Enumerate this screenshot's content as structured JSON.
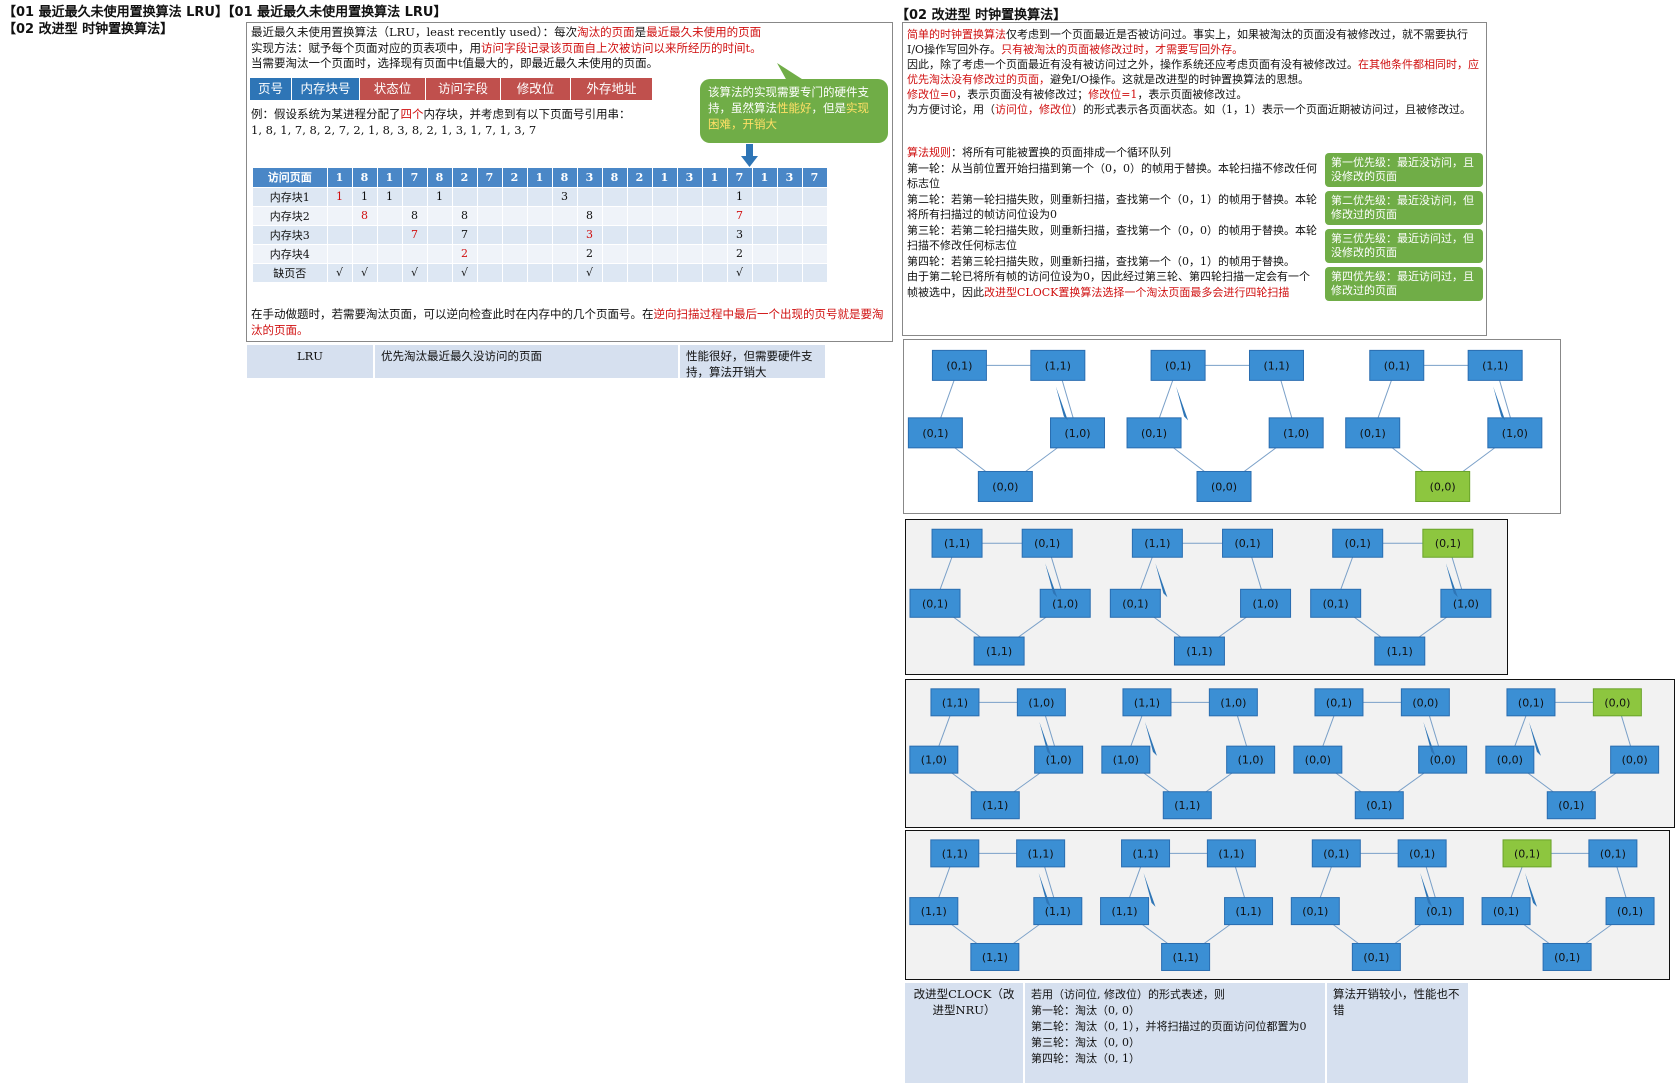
{
  "title_line1": "【01 最近最久未使用置换算法 LRU】【01 最近最久未使用置换算法 LRU】",
  "title_line2": "【02 改进型 时钟置换算法】",
  "right_title": "【02 改进型 时钟置换算法】",
  "lru": {
    "line1_a": "最近最久未使用置换算法（LRU，least recently used）：每次",
    "line1_b": "淘汰的页面",
    "line1_c": "是",
    "line1_d": "最近最久未使用的页面",
    "line2_a": "实现方法：赋予每个页面对应的页表项中，用",
    "line2_b": "访问字段记录该页面自上次被访问以来所经历的时间t。",
    "line3": "当需要淘汰一个页面时，选择现有页面中t值最大的，即最近最久未使用的页面。",
    "headers": [
      "页号",
      "内存块号",
      "状态位",
      "访问字段",
      "修改位",
      "外存地址"
    ],
    "bubble_a": "该算法的实现需要专门的硬件支持，虽然算法",
    "bubble_b": "性能好",
    "bubble_c": "，但是",
    "bubble_d": "实现困难，开销大",
    "example_a": "例：假设系统为某进程分配了",
    "example_b": "四个",
    "example_c": "内存块，并考虑到有以下页面号引用串：",
    "sequence": "1, 8, 1, 7, 8, 2, 7, 2, 1, 8, 3, 8, 2, 1, 3, 1, 7, 1, 3, 7",
    "table_header_label": "访问页面",
    "refs": [
      "1",
      "8",
      "1",
      "7",
      "8",
      "2",
      "7",
      "2",
      "1",
      "8",
      "3",
      "8",
      "2",
      "1",
      "3",
      "1",
      "7",
      "1",
      "3",
      "7"
    ],
    "rows": [
      {
        "label": "内存块1",
        "cells": [
          "1",
          "1",
          "1",
          "",
          "1",
          "",
          "",
          "",
          "",
          "3",
          "",
          "",
          "",
          "",
          "",
          "",
          "1",
          "",
          "",
          ""
        ],
        "red": [
          0
        ]
      },
      {
        "label": "内存块2",
        "cells": [
          "",
          "8",
          "",
          "8",
          "",
          "8",
          "",
          "",
          "",
          "",
          "8",
          "",
          "",
          "",
          "",
          "",
          "7",
          "",
          "",
          ""
        ],
        "red": [
          1,
          16
        ]
      },
      {
        "label": "内存块3",
        "cells": [
          "",
          "",
          "",
          "7",
          "",
          "7",
          "",
          "",
          "",
          "",
          "3",
          "",
          "",
          "",
          "",
          "",
          "3",
          "",
          "",
          ""
        ],
        "red": [
          3,
          10
        ]
      },
      {
        "label": "内存块4",
        "cells": [
          "",
          "",
          "",
          "",
          "",
          "2",
          "",
          "",
          "",
          "",
          "2",
          "",
          "",
          "",
          "",
          "",
          "2",
          "",
          "",
          ""
        ],
        "red": [
          5
        ]
      },
      {
        "label": "缺页否",
        "cells": [
          "√",
          "√",
          "",
          "√",
          "",
          "√",
          "",
          "",
          "",
          "",
          "√",
          "",
          "",
          "",
          "",
          "",
          "√",
          "",
          "",
          ""
        ],
        "red": []
      }
    ],
    "note_a": "在手动做题时，若需要淘汰页面，可以逆向检查此时在内存中的几个页面号。在",
    "note_b": "逆向扫描过程中最后一个出现的页号就是要淘汰的页面。",
    "summary": [
      "LRU",
      "优先淘汰最近最久没访问的页面",
      "性能很好，但需要硬件支持，算法开销大"
    ]
  },
  "clock": {
    "p1_a": "简单的时钟置换算法",
    "p1_b": "仅考虑到一个页面最近是否被访问过。事实上，如果被淘汰的页面没有被修改过，就不需要执行I/O操作写回外存。",
    "p1_c": "只有被淘汰的页面被修改过时，才需要写回外存。",
    "p2_a": "因此，除了考虑一个页面最近有没有被访问过之外，操作系统还应考虑页面有没有被修改过。",
    "p2_b": "在其他条件都相同时，应优先淘汰没有修改过的页面，",
    "p2_c": "避免I/O操作。这就是改进型的时钟置换算法的思想。",
    "p3_a": "修改位=0",
    "p3_b": "，表示页面没有被修改过；",
    "p3_c": "修改位=1",
    "p3_d": "，表示页面被修改过。",
    "p4_a": "为方便讨论，用（",
    "p4_b": "访问位，修改位",
    "p4_c": "）的形式表示各页面状态。如（1，1）表示一个页面近期被访问过，且被修改过。",
    "rule_a": "算法规则",
    "rule_b": "：将所有可能被置换的页面排成一个循环队列",
    "round1": "第一轮：从当前位置开始扫描到第一个（0，0）的帧用于替换。本轮扫描不修改任何标志位",
    "round2": "第二轮：若第一轮扫描失败，则重新扫描，查找第一个（0，1）的帧用于替换。本轮将所有扫描过的帧访问位设为0",
    "round3": "第三轮：若第二轮扫描失败，则重新扫描，查找第一个（0，0）的帧用于替换。本轮扫描不修改任何标志位",
    "round4": "第四轮：若第三轮扫描失败，则重新扫描，查找第一个（0，1）的帧用于替换。",
    "end_a": "由于第二轮已将所有帧的访问位设为0，因此经过第三轮、第四轮扫描一定会有一个帧被选中，因此",
    "end_b": "改进型CLOCK置换算法选择一个淘汰页面最多会进行四轮扫描",
    "priorities": [
      "第一优先级：最近没访问，且没修改的页面",
      "第二优先级：最近没访问，但修改过的页面",
      "第三优先级：最近访问过，但没修改的页面",
      "第四优先级：最近访问过，且修改过的页面"
    ],
    "summary_name": "改进型CLOCK（改进型NRU）",
    "summary_rules": [
      "若用（访问位, 修改位）的形式表述，则",
      "第一轮：淘汰（0, 0）",
      "第二轮：淘汰（0, 1），并将扫描过的页面访问位都置为0",
      "第三轮：淘汰（0, 0）",
      "第四轮：淘汰（0, 1）"
    ],
    "summary_eval": "算法开销较小，性能也不错"
  },
  "diagrams": {
    "accent_green": "#8dc63f",
    "box_blue": "#3b8fd4",
    "row1": [
      [
        "(0,1)",
        "(1,1)",
        "(0,1)",
        "(1,0)",
        "(0,0)"
      ],
      [
        "(0,1)",
        "(1,1)",
        "(0,1)",
        "(1,0)",
        "(0,0)"
      ],
      [
        "(0,1)",
        "(1,1)",
        "(0,1)",
        "(1,0)",
        "(0,0)"
      ]
    ],
    "row2": [
      [
        "(1,1)",
        "(0,1)",
        "(0,1)",
        "(1,0)",
        "(1,1)"
      ],
      [
        "(1,1)",
        "(0,1)",
        "(0,1)",
        "(1,0)",
        "(1,1)"
      ],
      [
        "(0,1)",
        "(0,1)",
        "(0,1)",
        "(1,0)",
        "(1,1)"
      ]
    ],
    "row3": [
      [
        "(1,1)",
        "(1,0)",
        "(1,0)",
        "(1,0)",
        "(1,1)"
      ],
      [
        "(1,1)",
        "(1,0)",
        "(1,0)",
        "(1,0)",
        "(1,1)"
      ],
      [
        "(0,1)",
        "(0,0)",
        "(0,0)",
        "(0,0)",
        "(0,1)"
      ],
      [
        "(0,1)",
        "(0,0)",
        "(0,0)",
        "(0,0)",
        "(0,1)"
      ]
    ],
    "row4": [
      [
        "(1,1)",
        "(1,1)",
        "(1,1)",
        "(1,1)",
        "(1,1)"
      ],
      [
        "(1,1)",
        "(1,1)",
        "(1,1)",
        "(1,1)",
        "(1,1)"
      ],
      [
        "(0,1)",
        "(0,1)",
        "(0,1)",
        "(0,1)",
        "(0,1)"
      ],
      [
        "(0,1)",
        "(0,1)",
        "(0,1)",
        "(0,1)",
        "(0,1)"
      ]
    ]
  }
}
